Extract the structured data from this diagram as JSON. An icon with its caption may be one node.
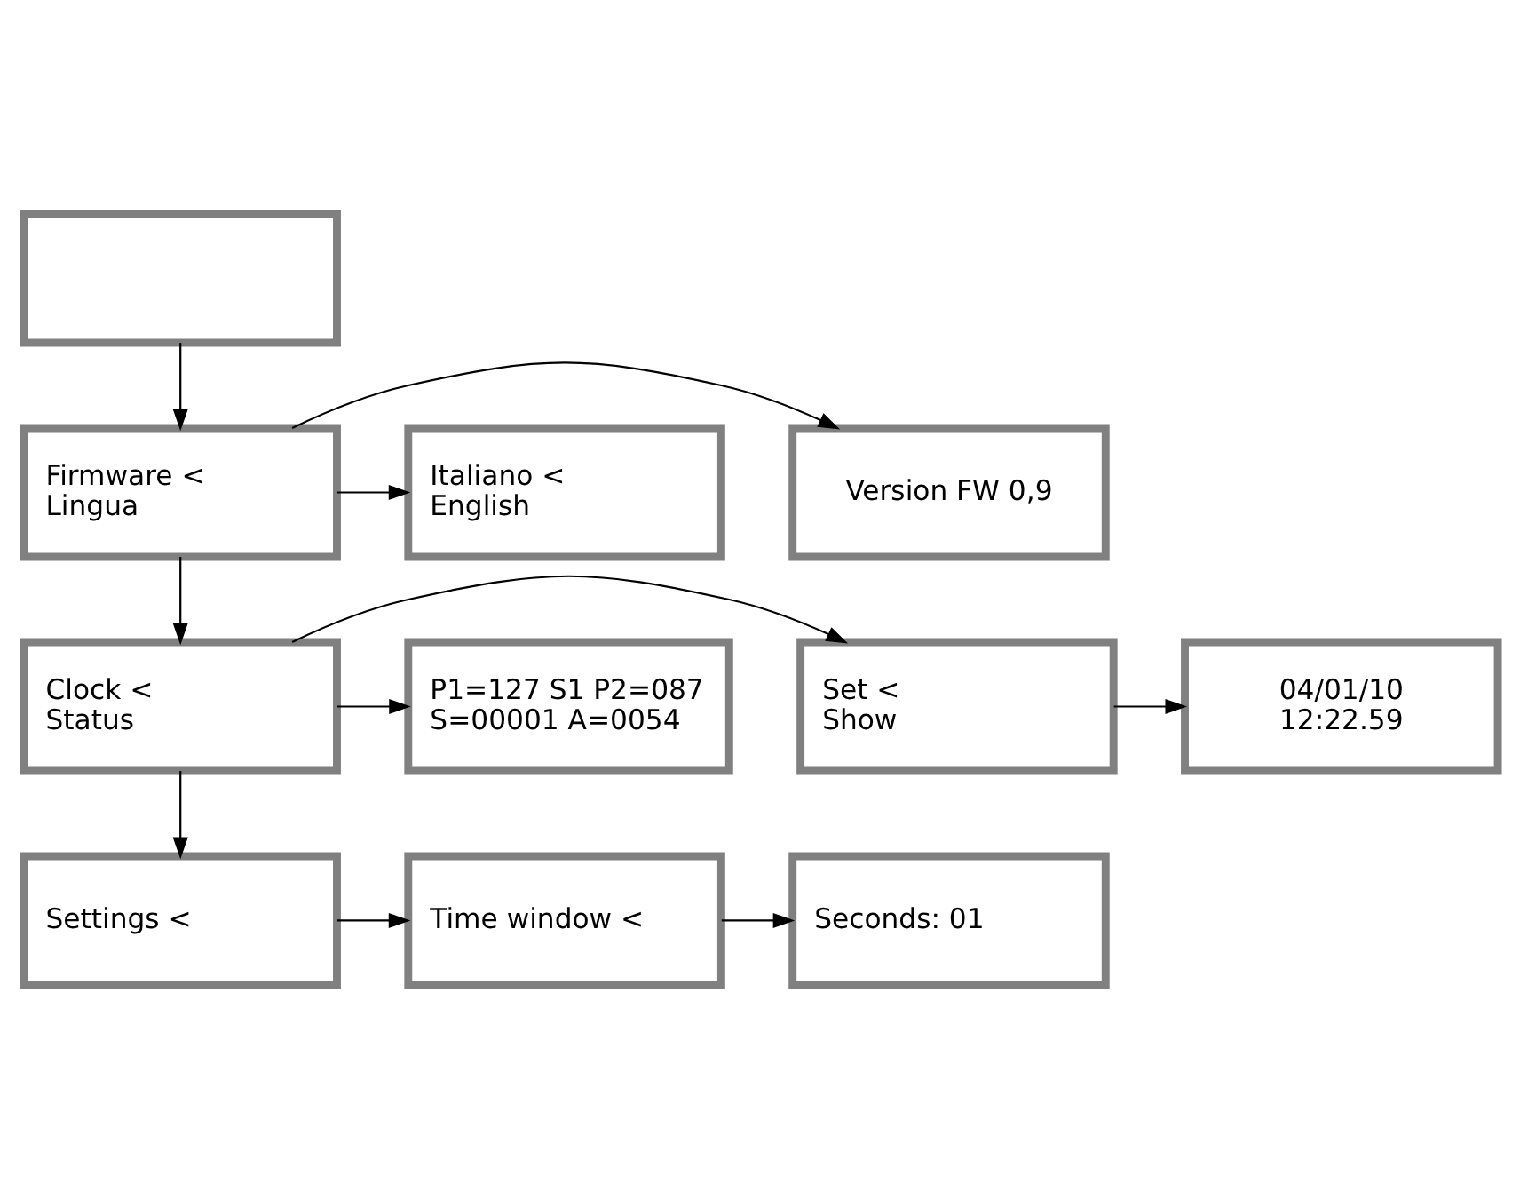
{
  "diagram": {
    "nodes": [
      {
        "text": [],
        "shape": "box"
      },
      {
        "text": [
          "Firmware <",
          "Lingua"
        ]
      },
      {
        "text": [
          "Version FW 0,9"
        ]
      },
      {
        "text": [
          "Italiano <",
          "English"
        ]
      },
      {
        "text": [
          "Clock <",
          "Status"
        ]
      },
      {
        "text": [
          "Set <",
          "Show"
        ]
      },
      {
        "text": [
          "04/01/10",
          "12:22.59"
        ]
      },
      {
        "text": [
          "P1=127 S1 P2=087",
          "S=00001 A=0054"
        ]
      },
      {
        "text": [
          "Settings <"
        ]
      },
      {
        "text": [
          "Time window <"
        ]
      },
      {
        "text": [
          "Seconds: 01"
        ]
      }
    ],
    "edges": [
      {
        "from": 0,
        "to": 1,
        "arrow": "to"
      },
      {
        "from": 1,
        "to": 2,
        "arrow": "to"
      },
      {
        "from": 1,
        "to": 3,
        "arrow": "to"
      },
      {
        "from": 1,
        "to": 4,
        "arrow": "to"
      },
      {
        "from": 4,
        "to": 5,
        "arrow": "to"
      },
      {
        "from": 4,
        "to": 7,
        "arrow": "to"
      },
      {
        "from": 5,
        "to": 6,
        "arrow": "to"
      },
      {
        "from": 4,
        "to": 8,
        "arrow": "to"
      },
      {
        "from": 8,
        "to": 9,
        "arrow": "to"
      },
      {
        "from": 9,
        "to": 10,
        "arrow": "to"
      }
    ]
  }
}
